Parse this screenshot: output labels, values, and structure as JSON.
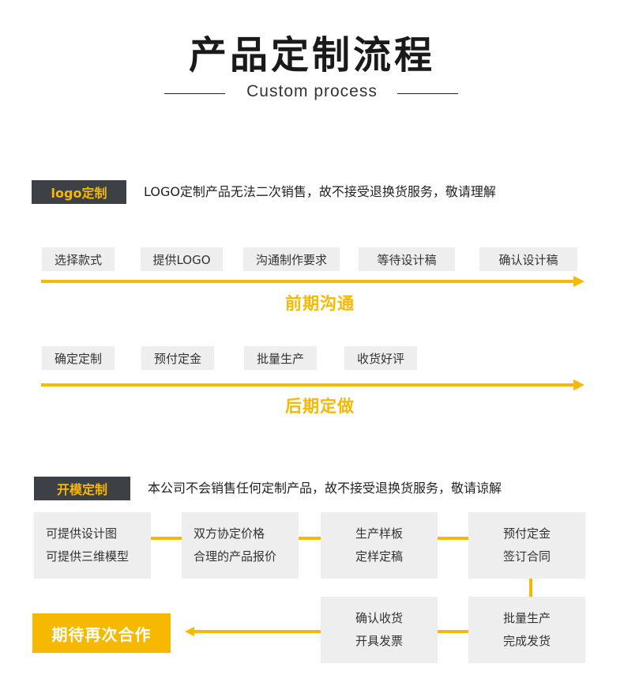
{
  "header": {
    "title": "产品定制流程",
    "subtitle": "Custom process"
  },
  "logo_section": {
    "tag": "logo定制",
    "note": "LOGO定制产品无法二次销售，故不接受退换货服务，敬请理解",
    "early_phase": {
      "label": "前期沟通",
      "steps": [
        "选择款式",
        "提供LOGO",
        "沟通制作要求",
        "等待设计稿",
        "确认设计稿"
      ]
    },
    "late_phase": {
      "label": "后期定做",
      "steps": [
        "确定定制",
        "预付定金",
        "批量生产",
        "收货好评"
      ]
    }
  },
  "mold_section": {
    "tag": "开模定制",
    "note": "本公司不会销售任何定制产品，故不接受退换货服务，敬请谅解",
    "boxes": [
      {
        "line1": "可提供设计图",
        "line2": "可提供三维模型"
      },
      {
        "line1": "双方协定价格",
        "line2": "合理的产品报价"
      },
      {
        "line1": "生产样板",
        "line2": "定样定稿"
      },
      {
        "line1": "预付定金",
        "line2": "签订合同"
      },
      {
        "line1": "批量生产",
        "line2": "完成发货"
      },
      {
        "line1": "确认收货",
        "line2": "开具发票"
      }
    ],
    "final": "期待再次合作"
  },
  "colors": {
    "accent": "#f6b800",
    "tag_bg": "#3d4145",
    "step_bg": "#eeeeee"
  }
}
